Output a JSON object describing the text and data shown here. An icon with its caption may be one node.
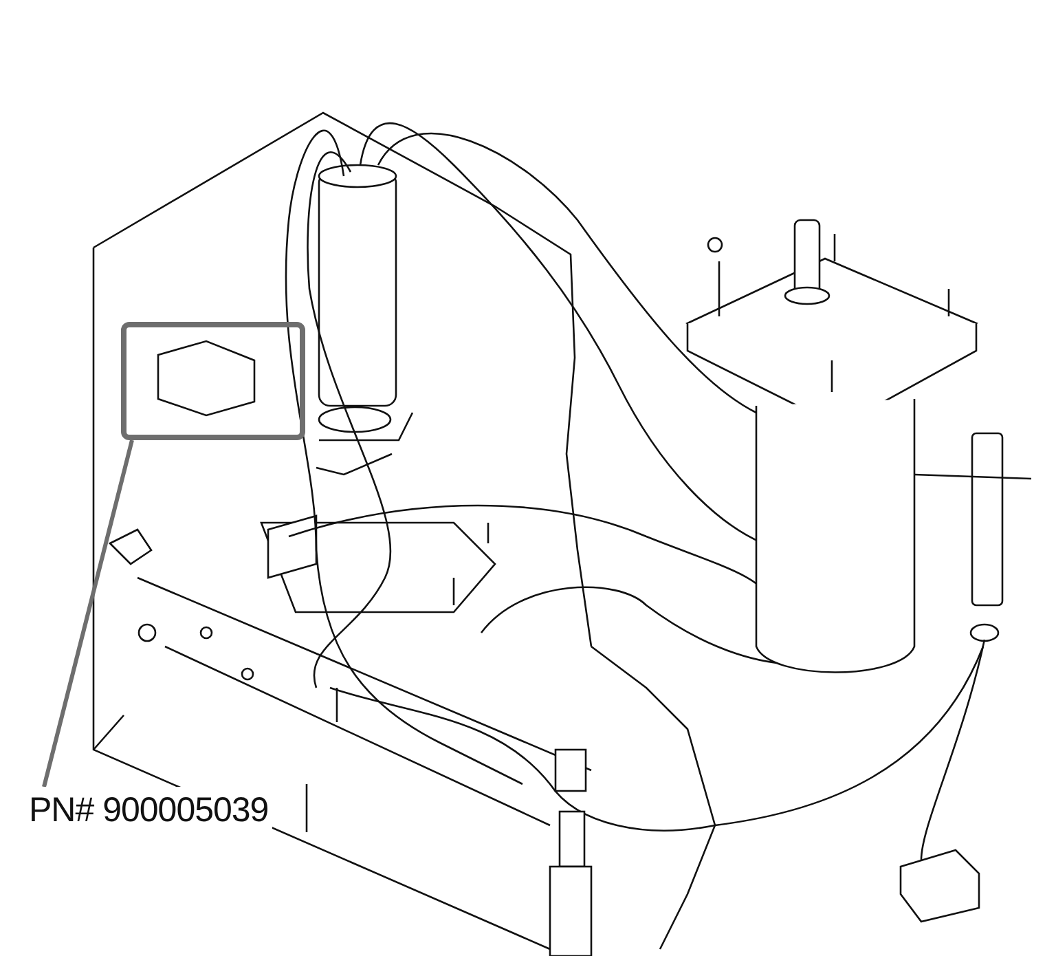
{
  "diagram": {
    "nodes": [
      {
        "text": [
          "PN# 900005039"
        ]
      },
      {
        "text": [],
        "shape": "box"
      }
    ],
    "edges": [
      {
        "from": 0,
        "to": 1,
        "arrow": "none"
      }
    ]
  }
}
